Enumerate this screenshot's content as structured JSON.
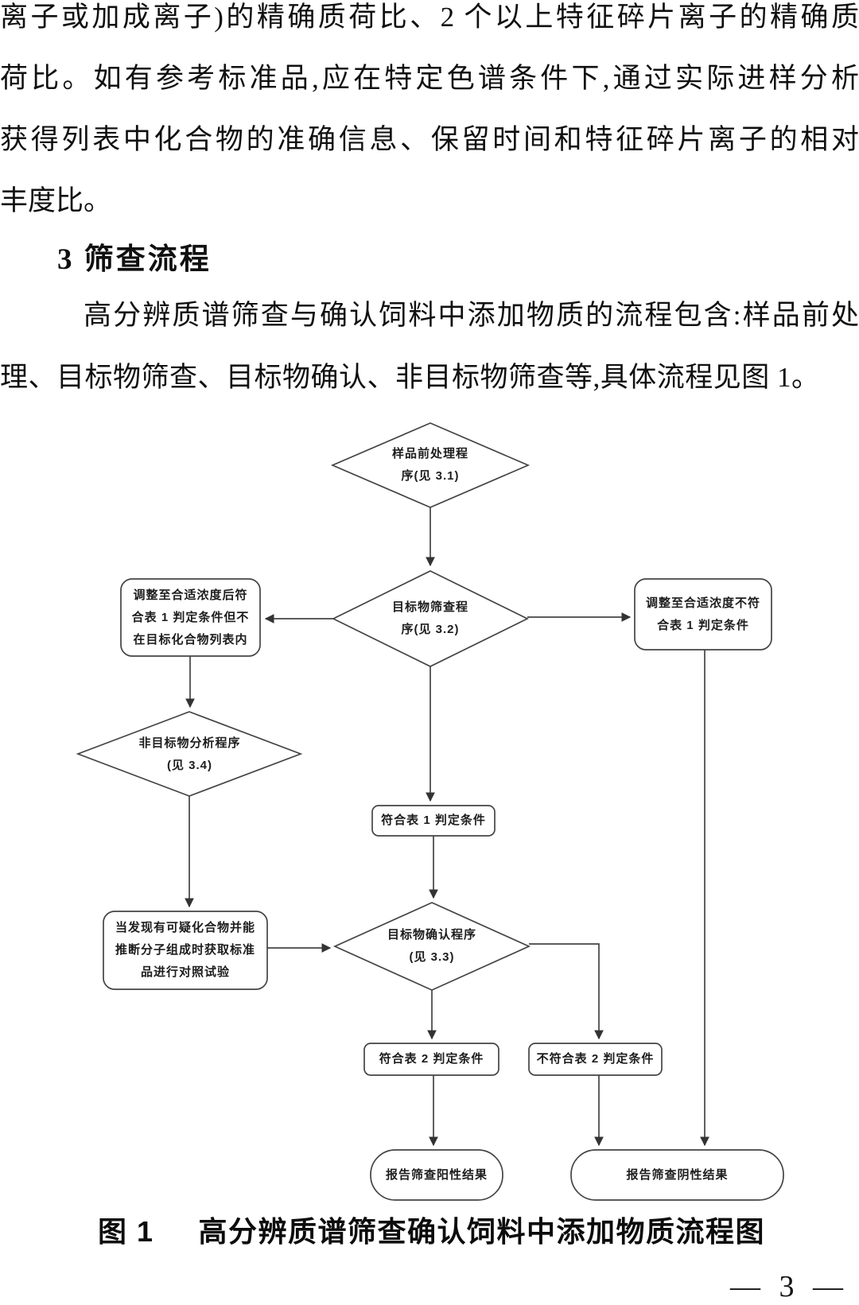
{
  "page": {
    "body_lines": [
      "离子或加成离子)的精确质荷比、2 个以上特征碎片离子的精确质",
      "荷比。如有参考标准品,应在特定色谱条件下,通过实际进样分析",
      "获得列表中化合物的准确信息、保留时间和特征碎片离子的相对",
      "丰度比。"
    ],
    "heading": "3 筛查流程",
    "paragraph_lines": [
      "高分辨质谱筛查与确认饲料中添加物质的流程包含:样品前处",
      "理、目标物筛查、目标物确认、非目标物筛查等,具体流程见图 1。"
    ],
    "caption": {
      "prefix": "图 1",
      "text": "高分辨质谱筛查确认饲料中添加物质流程图"
    },
    "page_number": "— 3 —"
  },
  "flowchart": {
    "figure_ref": "图 1",
    "nodes": {
      "sample_pretreatment": {
        "shape": "diamond",
        "label": "样品前处理程\n序(见 3.1)"
      },
      "target_screening": {
        "shape": "diamond",
        "label": "目标物筛查程\n序(见 3.2)"
      },
      "adjust_meets_not_in_list": {
        "shape": "rounded-rect",
        "label": "调整至合适浓度后符\n合表 1 判定条件但不\n在目标化合物列表内"
      },
      "adjust_not_meet": {
        "shape": "rounded-rect",
        "label": "调整至合适浓度不符\n合表 1 判定条件"
      },
      "nontarget_analysis": {
        "shape": "diamond",
        "label": "非目标物分析程序\n(见 3.4)"
      },
      "meets_table1": {
        "shape": "rounded-rect",
        "label": "符合表 1 判定条件"
      },
      "suspect_compound": {
        "shape": "rounded-rect",
        "label": "当发现有可疑化合物并能\n推断分子组成时获取标准\n品进行对照试验"
      },
      "target_confirmation": {
        "shape": "diamond",
        "label": "目标物确认程序\n(见 3.3)"
      },
      "meets_table2": {
        "shape": "rounded-rect",
        "label": "符合表 2 判定条件"
      },
      "not_meets_table2": {
        "shape": "rounded-rect",
        "label": "不符合表 2 判定条件"
      },
      "report_positive": {
        "shape": "terminator",
        "label": "报告筛查阳性结果"
      },
      "report_negative": {
        "shape": "terminator",
        "label": "报告筛查阴性结果"
      }
    }
  },
  "colors": {
    "ink": "#101010",
    "flow_line": "#444444",
    "background": "#ffffff"
  }
}
